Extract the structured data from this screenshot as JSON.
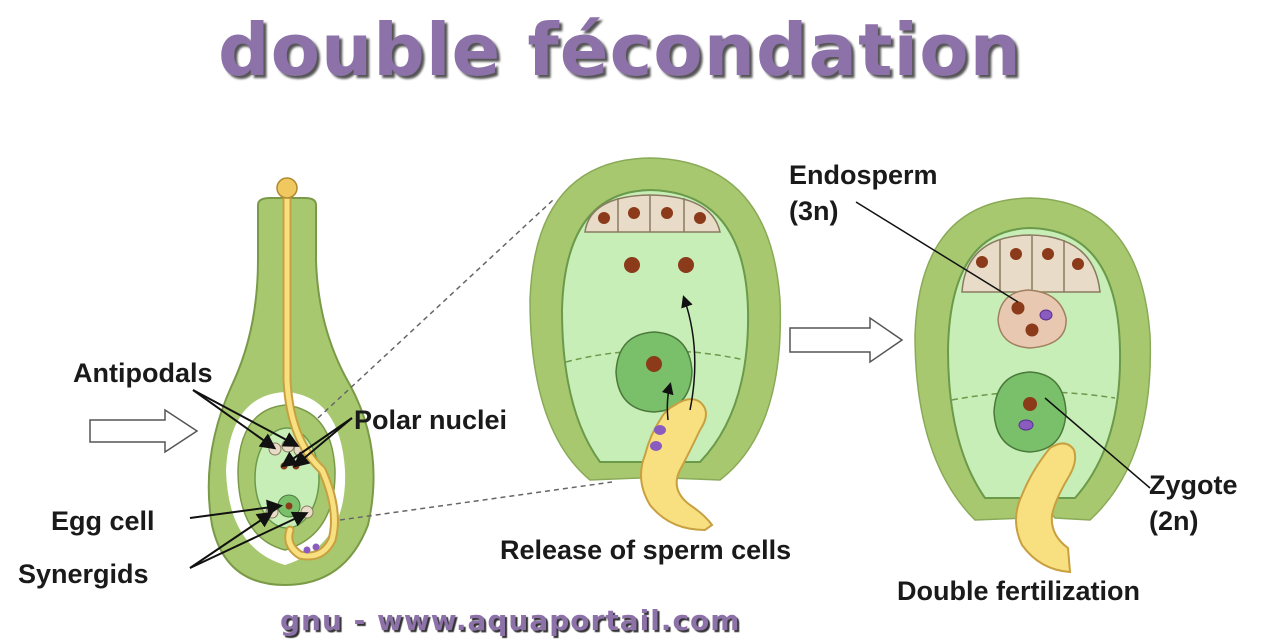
{
  "title": "double fécondation",
  "credit": "gnu - www.aquaportail.com",
  "labels": {
    "antipodals": "Antipodals",
    "polar_nuclei": "Polar nuclei",
    "egg_cell": "Egg cell",
    "synergids": "Synergids",
    "release": "Release of sperm cells",
    "endosperm": "Endosperm",
    "endosperm_ploidy": "(3n)",
    "zygote": "Zygote",
    "zygote_ploidy": "(2n)",
    "double_fertilization": "Double fertilization"
  },
  "colors": {
    "title": "#8c72a8",
    "integument": "#a8c870",
    "sac": "#c8eeb8",
    "pollen_tube": "#f8e080",
    "nucleus": "#8b3a1a",
    "sperm": "#8a5cc0"
  }
}
